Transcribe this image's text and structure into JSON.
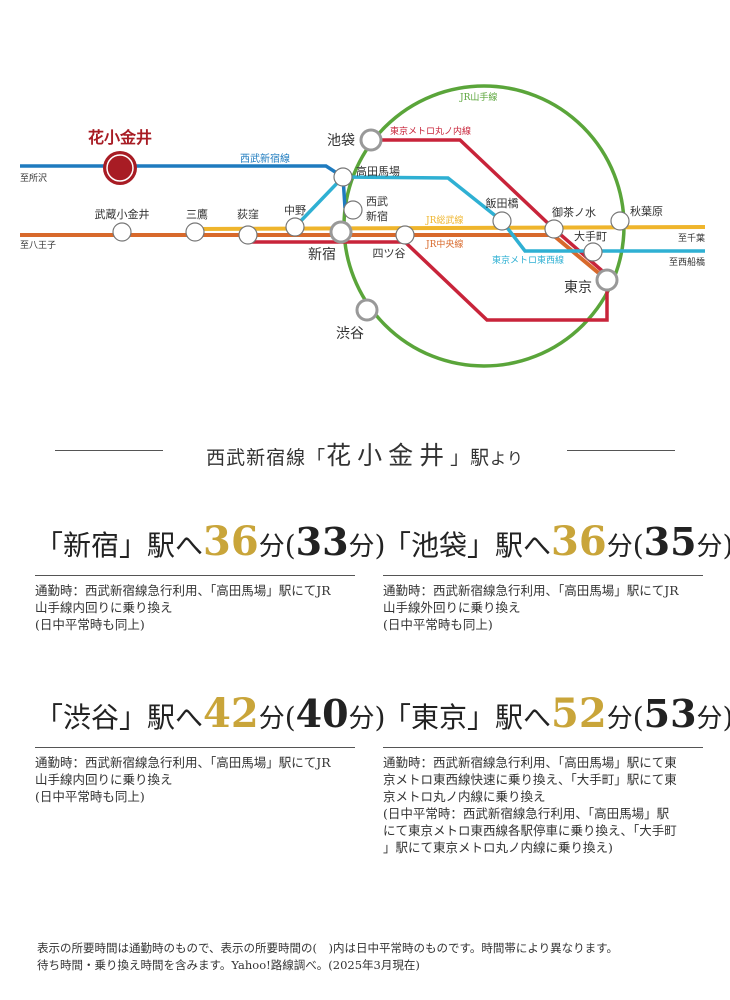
{
  "map": {
    "home_station": "花小金井",
    "lines": {
      "seibu_shinjuku": {
        "label": "西武新宿線",
        "color": "#1e7bbf"
      },
      "yamanote": {
        "label": "JR山手線",
        "color": "#5aa53a"
      },
      "marunouchi": {
        "label": "東京メトロ丸ノ内線",
        "color": "#c8243a"
      },
      "sobu": {
        "label": "JR総武線",
        "color": "#efb52c"
      },
      "chuo": {
        "label": "JR中央線",
        "color": "#d8692b"
      },
      "tozai": {
        "label": "東京メトロ東西線",
        "color": "#2fb0d3"
      }
    },
    "directions": {
      "tokorozawa": "至所沢",
      "hachioji": "至八王子",
      "chiba": "至千葉",
      "nishifunabashi": "至西船橋"
    },
    "stations": {
      "musashikoganei": "武蔵小金井",
      "mitaka": "三鷹",
      "ogikubo": "荻窪",
      "nakano": "中野",
      "shinjuku": "新宿",
      "takadanobaba": "高田馬場",
      "seibushinjuku_1": "西武",
      "seibushinjuku_2": "新宿",
      "ikebukuro": "池袋",
      "shibuya": "渋谷",
      "yotsuya": "四ツ谷",
      "iidabashi": "飯田橋",
      "ochanomizu": "御茶ノ水",
      "akihabara": "秋葉原",
      "otemachi": "大手町",
      "tokyo": "東京"
    }
  },
  "subtitle": {
    "pre": "西武新宿線「",
    "station": "花小金井",
    "post": "」駅",
    "suffix": "より"
  },
  "routes": [
    {
      "dest": "「新宿」駅へ",
      "time": "36",
      "unit": "分",
      "offpeak_open": "(",
      "offpeak": "33",
      "offpeak_unit": "分",
      "offpeak_close": ")",
      "detail": [
        "通勤時：西武新宿線急行利用、「高田馬場」駅にてJR",
        "山手線内回りに乗り換え",
        "(日中平常時も同上)"
      ]
    },
    {
      "dest": "「池袋」駅へ",
      "time": "36",
      "unit": "分",
      "offpeak_open": "(",
      "offpeak": "35",
      "offpeak_unit": "分",
      "offpeak_close": ")",
      "detail": [
        "通勤時：西武新宿線急行利用、「高田馬場」駅にてJR",
        "山手線外回りに乗り換え",
        "(日中平常時も同上)"
      ]
    },
    {
      "dest": "「渋谷」駅へ",
      "time": "42",
      "unit": "分",
      "offpeak_open": "(",
      "offpeak": "40",
      "offpeak_unit": "分",
      "offpeak_close": ")",
      "detail": [
        "通勤時：西武新宿線急行利用、「高田馬場」駅にてJR",
        "山手線内回りに乗り換え",
        "(日中平常時も同上)"
      ]
    },
    {
      "dest": "「東京」駅へ",
      "time": "52",
      "unit": "分",
      "offpeak_open": "(",
      "offpeak": "53",
      "offpeak_unit": "分",
      "offpeak_close": ")",
      "detail": [
        "通勤時：西武新宿線急行利用、「高田馬場」駅にて東",
        "京メトロ東西線快速に乗り換え、「大手町」駅にて東",
        "京メトロ丸ノ内線に乗り換え",
        "(日中平常時：西武新宿線急行利用、「高田馬場」駅",
        "にて東京メトロ東西線各駅停車に乗り換え、「大手町",
        "」駅にて東京メトロ丸ノ内線に乗り換え)"
      ]
    }
  ],
  "footnote": [
    "表示の所要時間は通勤時のもので、表示の所要時間の(　)内は日中平常時のものです。時間帯により異なります。",
    "待ち時間・乗り換え時間を含みます。Yahoo!路線調べ。(2025年3月現在)"
  ]
}
